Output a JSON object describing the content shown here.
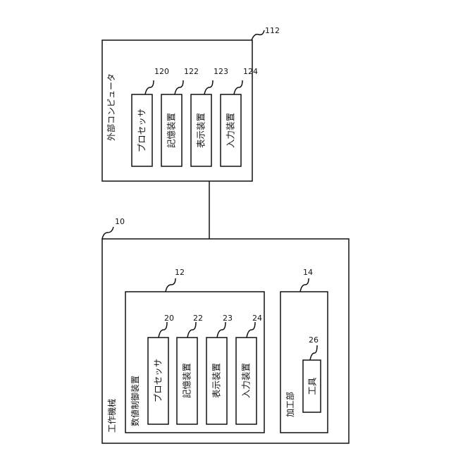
{
  "external_computer": {
    "ref": "112",
    "title": "外部コンピュータ",
    "components": [
      {
        "ref": "120",
        "label": "プロセッサ"
      },
      {
        "ref": "122",
        "label": "記憶装置"
      },
      {
        "ref": "123",
        "label": "表示装置"
      },
      {
        "ref": "124",
        "label": "入力装置"
      }
    ]
  },
  "machine_tool": {
    "ref": "10",
    "title": "工作機械",
    "numerical_controller": {
      "ref": "12",
      "title": "数値制御装置",
      "components": [
        {
          "ref": "20",
          "label": "プロセッサ"
        },
        {
          "ref": "22",
          "label": "記憶装置"
        },
        {
          "ref": "23",
          "label": "表示装置"
        },
        {
          "ref": "24",
          "label": "入力装置"
        }
      ]
    },
    "machining_unit": {
      "ref": "14",
      "title": "加工部",
      "tool": {
        "ref": "26",
        "label": "工具"
      }
    }
  }
}
